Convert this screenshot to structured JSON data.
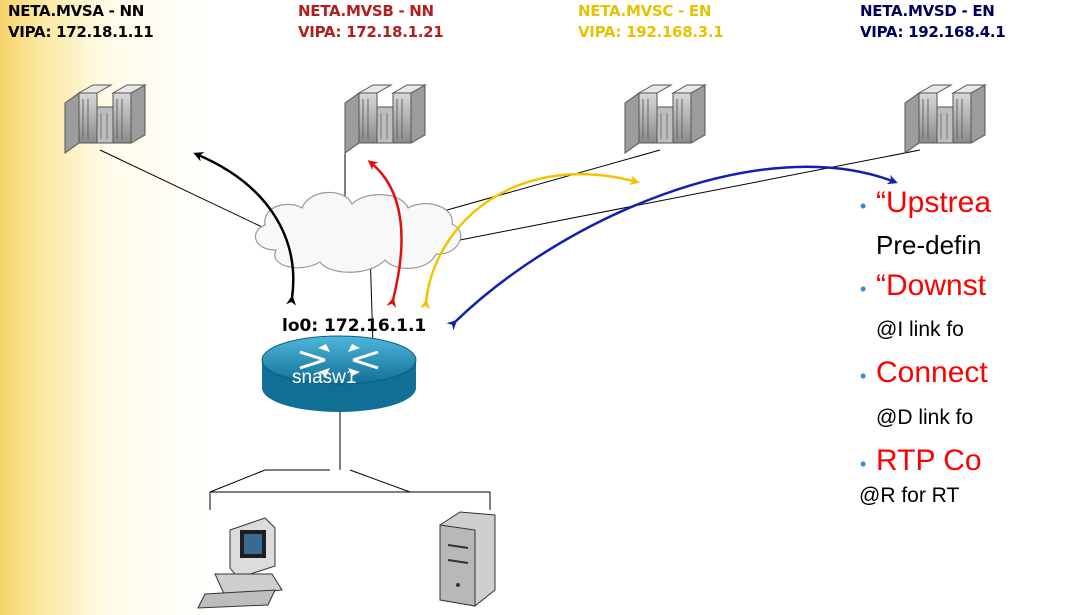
{
  "hosts": [
    {
      "name": "NETA.MVSA - NN",
      "vipa": "VIPA: 172.18.1.11",
      "color": "#000000"
    },
    {
      "name": "NETA.MVSB - NN",
      "vipa": "VIPA: 172.18.1.21",
      "color": "#b02020"
    },
    {
      "name": "NETA.MVSC - EN",
      "vipa": "VIPA: 192.168.3.1",
      "color": "#e6c200"
    },
    {
      "name": "NETA.MVSD - EN",
      "vipa": "VIPA: 192.168.4.1",
      "color": "#000060"
    }
  ],
  "router": {
    "name": "snasw1",
    "loopback": "lo0: 172.16.1.1"
  },
  "bullets": [
    {
      "title": "“Upstrea",
      "sub": "Pre-defin"
    },
    {
      "title": "“Downst",
      "sub": "@I link fo"
    },
    {
      "title": "Connect",
      "sub": "@D link fo"
    },
    {
      "title": "RTP Co",
      "sub": "@R for RT"
    }
  ],
  "colors": {
    "arrow_a": "#000000",
    "arrow_b": "#e01010",
    "arrow_c": "#f0c400",
    "arrow_d": "#1020b0",
    "router": "#1a8fb8",
    "bullet_text": "#ff0000",
    "bullet_dot": "#3a86d0"
  },
  "icons": [
    "mainframe-icon",
    "cloud-icon",
    "router-icon",
    "workstation-icon",
    "server-icon"
  ]
}
